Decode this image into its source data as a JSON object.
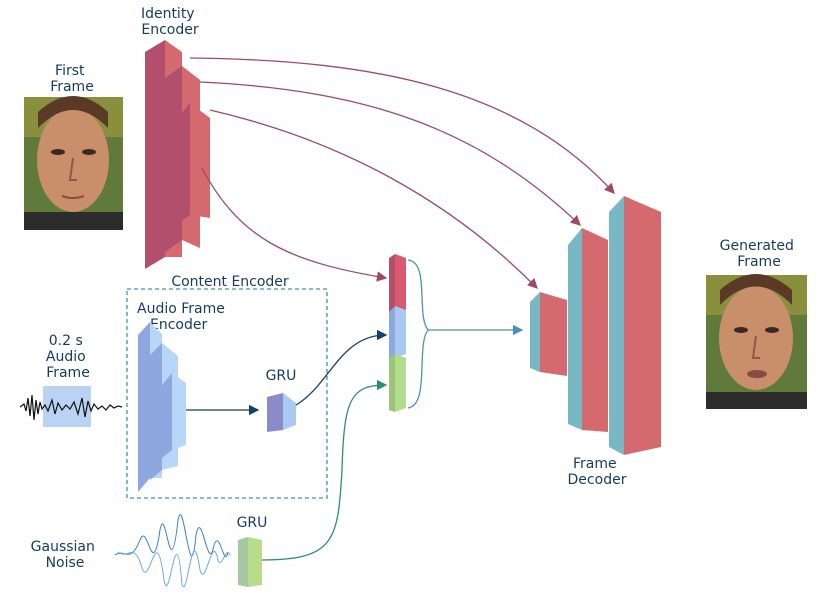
{
  "labels": {
    "identity_encoder": [
      "Identity",
      "Encoder"
    ],
    "first_frame": [
      "First",
      "Frame"
    ],
    "content_encoder": "Content Encoder",
    "audio_frame_encoder": [
      "Audio Frame",
      "Encoder"
    ],
    "audio_input": [
      "0.2 s",
      "Audio",
      "Frame"
    ],
    "gru_audio": "GRU",
    "gru_noise": "GRU",
    "gaussian_noise": [
      "Gaussian",
      "Noise"
    ],
    "frame_decoder": [
      "Frame",
      "Decoder"
    ],
    "generated_frame": [
      "Generated",
      "Frame"
    ]
  },
  "colors": {
    "identity_block": "#d46a6f",
    "identity_side": "#b24f6c",
    "decoder_front": "#d46a6f",
    "decoder_side": "#78b8c4",
    "audio_block": "#b8d6f7",
    "audio_side": "#8ea8df",
    "gru_audio": "#8a8bc8",
    "gru_noise": "#b8dc8a",
    "latent_identity": "#d9596e",
    "latent_content": "#a9c8f2",
    "latent_noise": "#b3dc8b",
    "arrow_identity": "#9c4b63",
    "arrow_audio": "#153f6b",
    "arrow_noise": "#2f8f6a",
    "arrow_latent": "#4f90b8",
    "dashed_box": "#3a8fd0",
    "text": "#163a5f"
  },
  "icons": {
    "first_frame": "face-photo",
    "generated_frame": "face-photo",
    "audio_input": "waveform",
    "gaussian_noise": "noise-wave"
  }
}
